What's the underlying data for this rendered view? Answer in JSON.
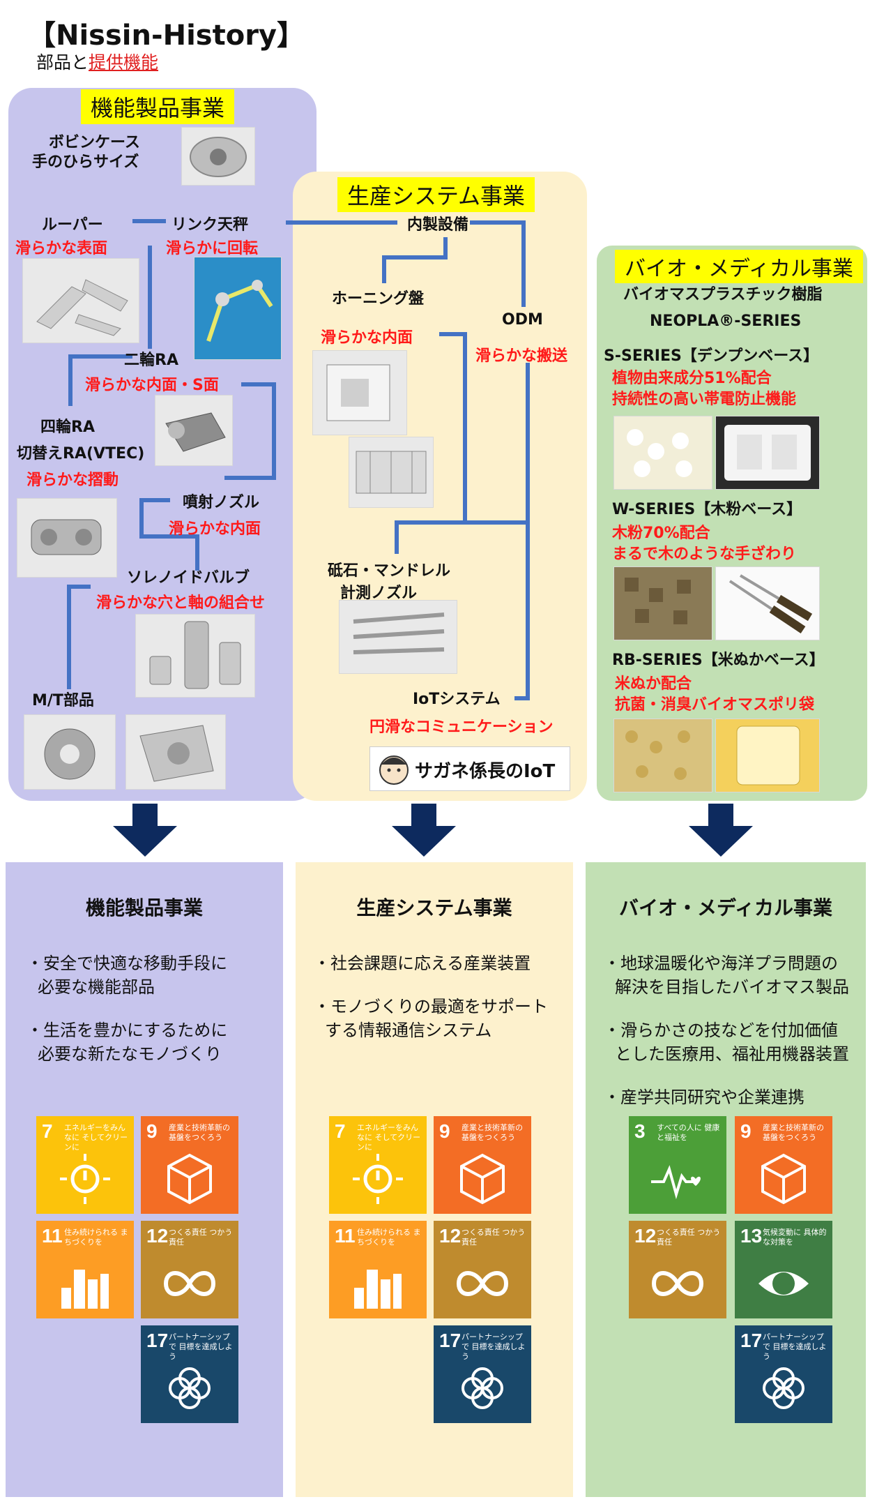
{
  "header": {
    "title": "【Nissin-History】",
    "subtitle_prefix": "部品と",
    "subtitle_link": "提供機能"
  },
  "panel1": {
    "title": "機能製品事業",
    "bobbin_l1": "ボビンケース",
    "bobbin_l2": "手のひらサイズ",
    "looper": "ルーパー",
    "looper_f": "滑らかな表面",
    "link": "リンク天秤",
    "link_f": "滑らかに回転",
    "nirin": "二輪RA",
    "nirin_f": "滑らかな内面・S面",
    "yonrin": "四輪RA",
    "vtec": "切替えRA(VTEC)",
    "vtec_f": "滑らかな摺動",
    "nozzle": "噴射ノズル",
    "nozzle_f": "滑らかな内面",
    "solenoid": "ソレノイドバルブ",
    "solenoid_f": "滑らかな穴と軸の組合せ",
    "mt": "M/T部品"
  },
  "panel2": {
    "title": "生産システム事業",
    "inhouse": "内製設備",
    "honing": "ホーニング盤",
    "honing_f": "滑らかな内面",
    "odm": "ODM",
    "odm_f": "滑らかな搬送",
    "grind_l1": "砥石・マンドレル",
    "grind_l2": "計測ノズル",
    "iot": "IoTシステム",
    "iot_f": "円滑なコミュニケーション",
    "logo_text": "サガネ係長のIoT"
  },
  "panel3": {
    "title": "バイオ・メディカル事業",
    "sub1": "バイオマスプラスチック樹脂",
    "sub2": "NEOPLA®-SERIES",
    "s_series": "S-SERIES【デンプンベース】",
    "s_f1": "植物由来成分51%配合",
    "s_f2": "持続性の高い帯電防止機能",
    "w_series": "W-SERIES【木粉ベース】",
    "w_f1": "木粉70%配合",
    "w_f2": "まるで木のような手ざわり",
    "rb_series": "RB-SERIES【米ぬかベース】",
    "rb_f1": "米ぬか配合",
    "rb_f2": "抗菌・消臭バイオマスポリ袋"
  },
  "bottom": {
    "col1": {
      "title": "機能製品事業",
      "b1_l1": "・安全で快適な移動手段に",
      "b1_l2": "必要な機能部品",
      "b2_l1": "・生活を豊かにするために",
      "b2_l2": "必要な新たなモノづくり"
    },
    "col2": {
      "title": "生産システム事業",
      "b1_l1": "・社会課題に応える産業装置",
      "b2_l1": "・モノづくりの最適をサポート",
      "b2_l2": "する情報通信システム"
    },
    "col3": {
      "title": "バイオ・メディカル事業",
      "b1_l1": "・地球温暖化や海洋プラ問題の",
      "b1_l2": "解決を目指したバイオマス製品",
      "b2_l1": "・滑らかさの技などを付加価値",
      "b2_l2": "とした医療用、福祉用機器装置",
      "b3_l1": "・産学共同研究や企業連携"
    }
  },
  "sdgs": {
    "g3": {
      "num": "3",
      "text": "すべての人に 健康と福祉を"
    },
    "g7": {
      "num": "7",
      "text": "エネルギーをみんなに そしてクリーンに"
    },
    "g9": {
      "num": "9",
      "text": "産業と技術革新の 基盤をつくろう"
    },
    "g11": {
      "num": "11",
      "text": "住み続けられる まちづくりを"
    },
    "g12": {
      "num": "12",
      "text": "つくる責任 つかう責任"
    },
    "g13": {
      "num": "13",
      "text": "気候変動に 具体的な対策を"
    },
    "g17": {
      "num": "17",
      "text": "パートナーシップで 目標を達成しよう"
    }
  },
  "colors": {
    "panel1": "#c7c5ed",
    "panel2": "#fdf1cd",
    "panel3": "#c2e0b4",
    "connector": "#4472c4",
    "highlight": "#ffff00",
    "red_text": "#ff1a1a",
    "arrow": "#0d2a5e"
  }
}
